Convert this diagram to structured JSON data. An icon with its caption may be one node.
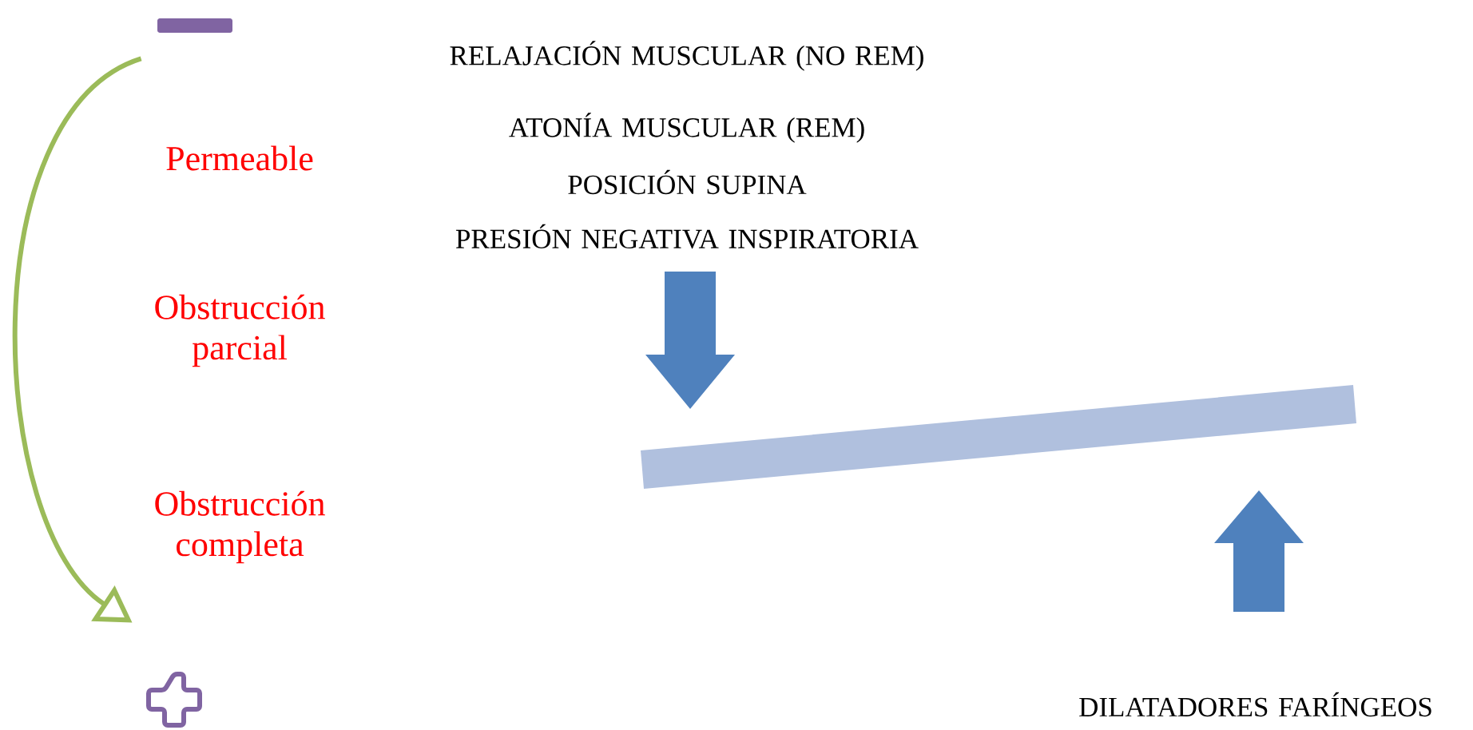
{
  "diagram": {
    "nodes": [
      {
        "text": [],
        "shape": "bar"
      },
      {
        "text": [],
        "shape": "cross"
      }
    ],
    "edges": [
      {
        "from": 0,
        "to": 1,
        "arrow": "to"
      }
    ],
    "labels": [
      "Permeable",
      "Obstrucción parcial",
      "Obstrucción completa",
      "RELAJACIÓN MUSCULAR (NO REM)",
      "ATONÍA MUSCULAR (REM)",
      "POSICIÓN SUPINA",
      "PRESIÓN NEGATIVA INSPIRATORIA",
      "DILATADORES FARÍNGEOS"
    ]
  }
}
